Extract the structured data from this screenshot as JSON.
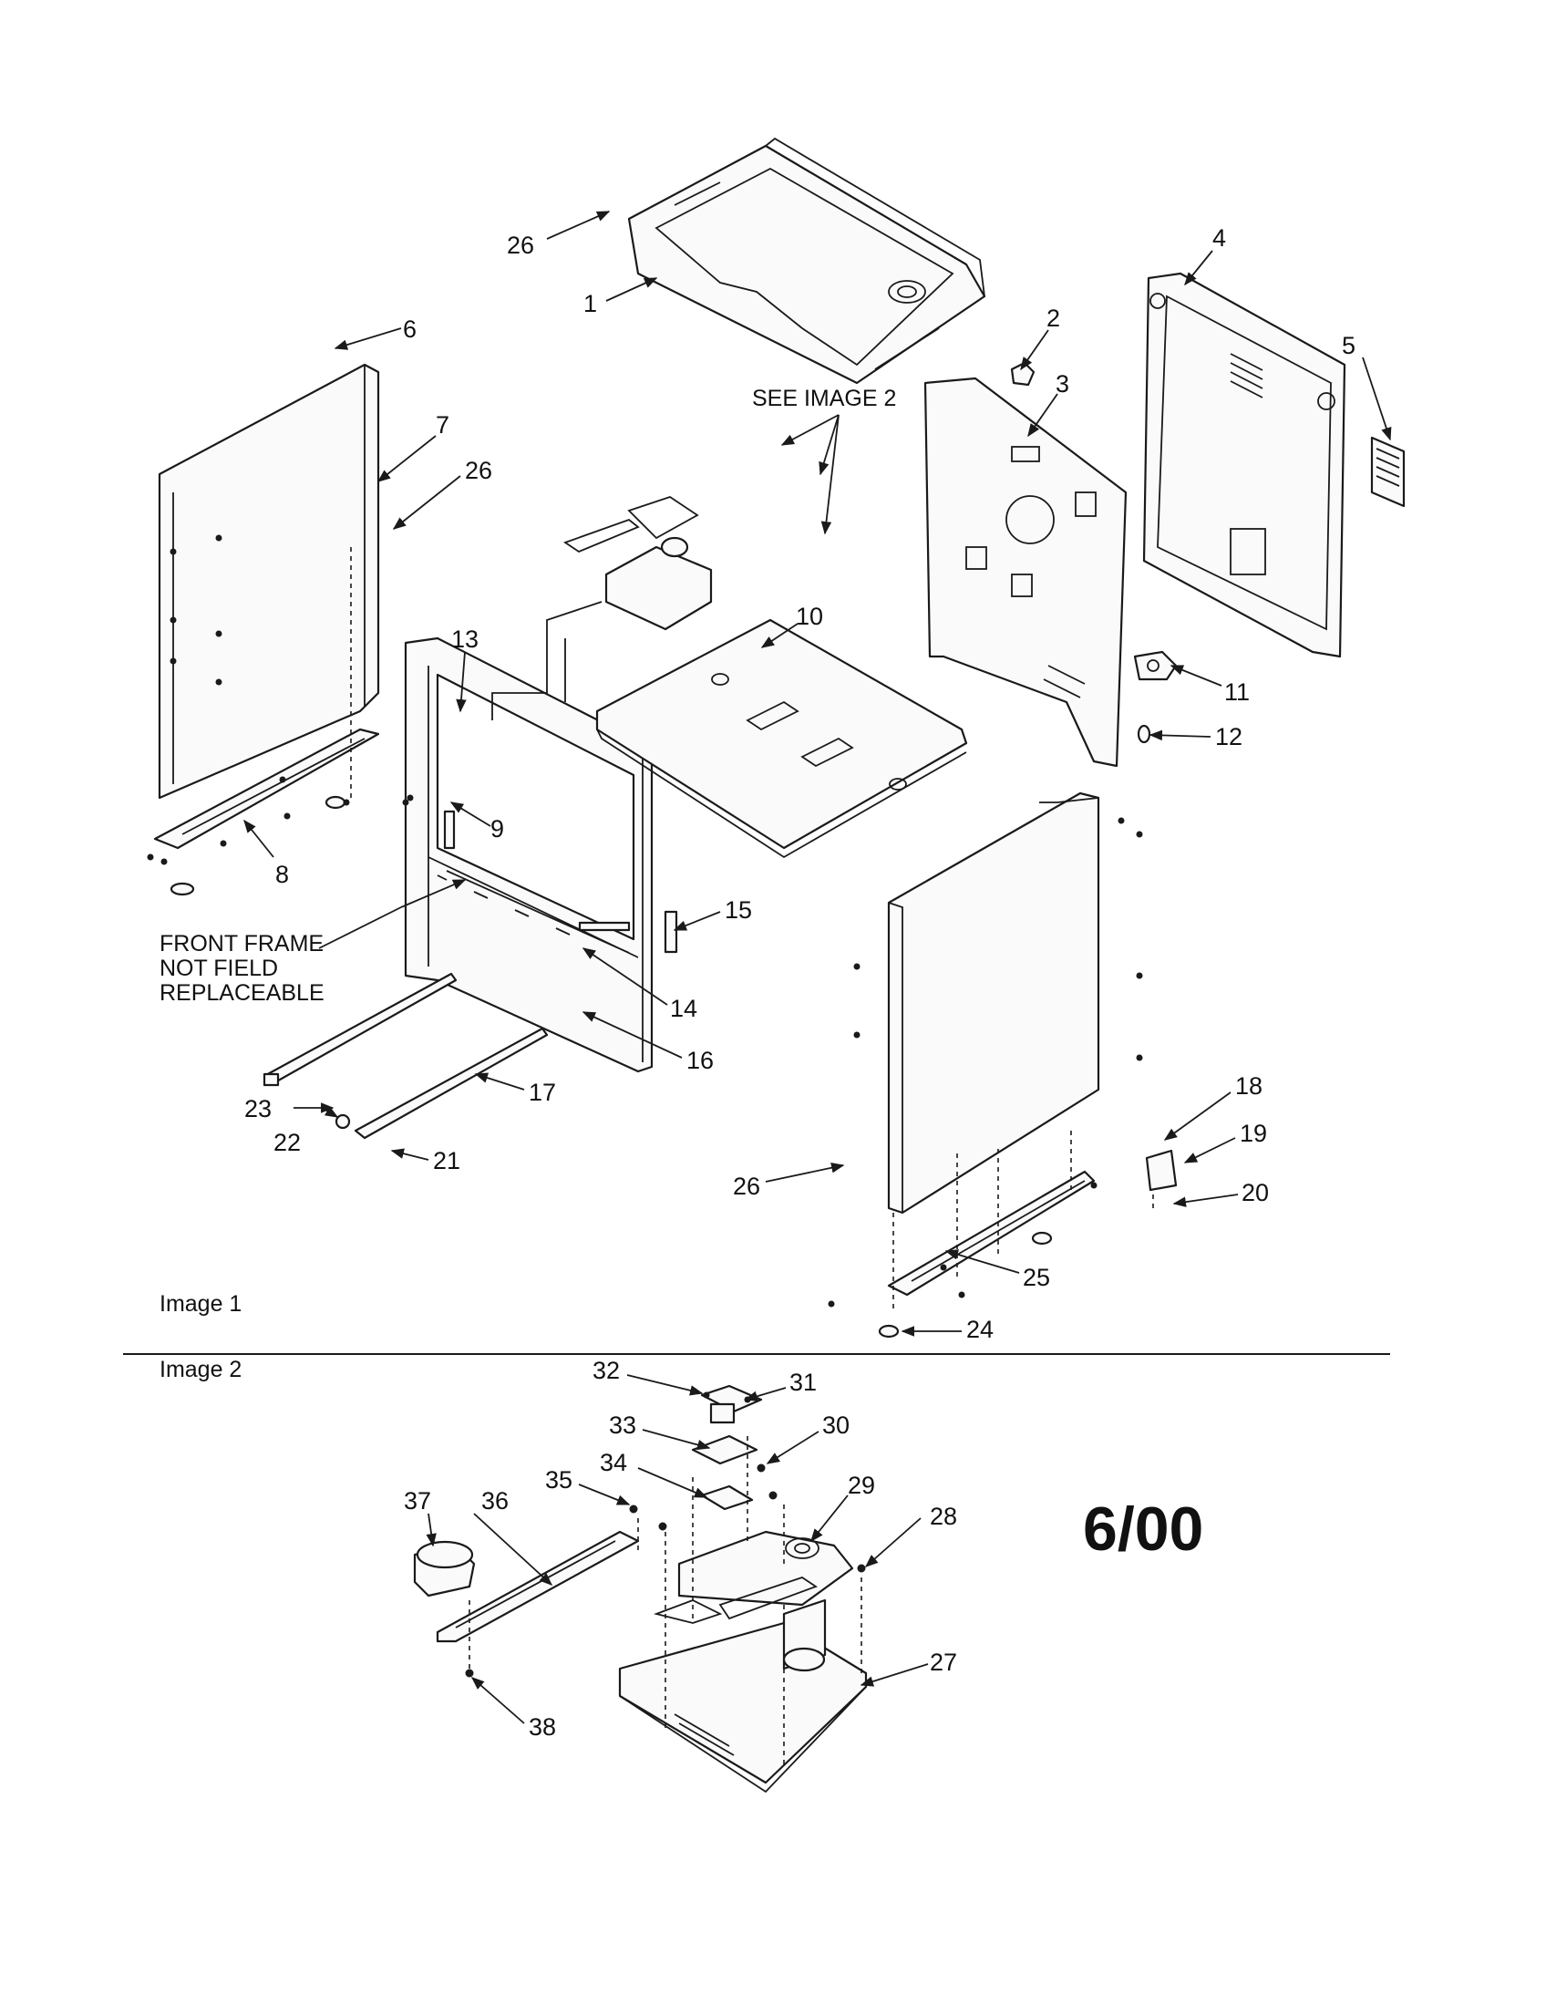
{
  "sections": {
    "image1": "Image 1",
    "image2": "Image 2"
  },
  "notes": {
    "see_image_2": "SEE IMAGE 2",
    "front_frame": [
      "FRONT FRAME",
      "NOT FIELD",
      "REPLACEABLE"
    ]
  },
  "date_code": "6/00",
  "callouts": [
    "1",
    "2",
    "3",
    "4",
    "5",
    "6",
    "7",
    "8",
    "9",
    "10",
    "11",
    "12",
    "13",
    "14",
    "15",
    "16",
    "17",
    "18",
    "19",
    "20",
    "21",
    "22",
    "23",
    "24",
    "25",
    "26",
    "27",
    "28",
    "29",
    "30",
    "31",
    "32",
    "33",
    "34",
    "35",
    "36",
    "37",
    "38"
  ],
  "colors": {
    "ink": "#1a1a1a",
    "paper": "#ffffff"
  }
}
